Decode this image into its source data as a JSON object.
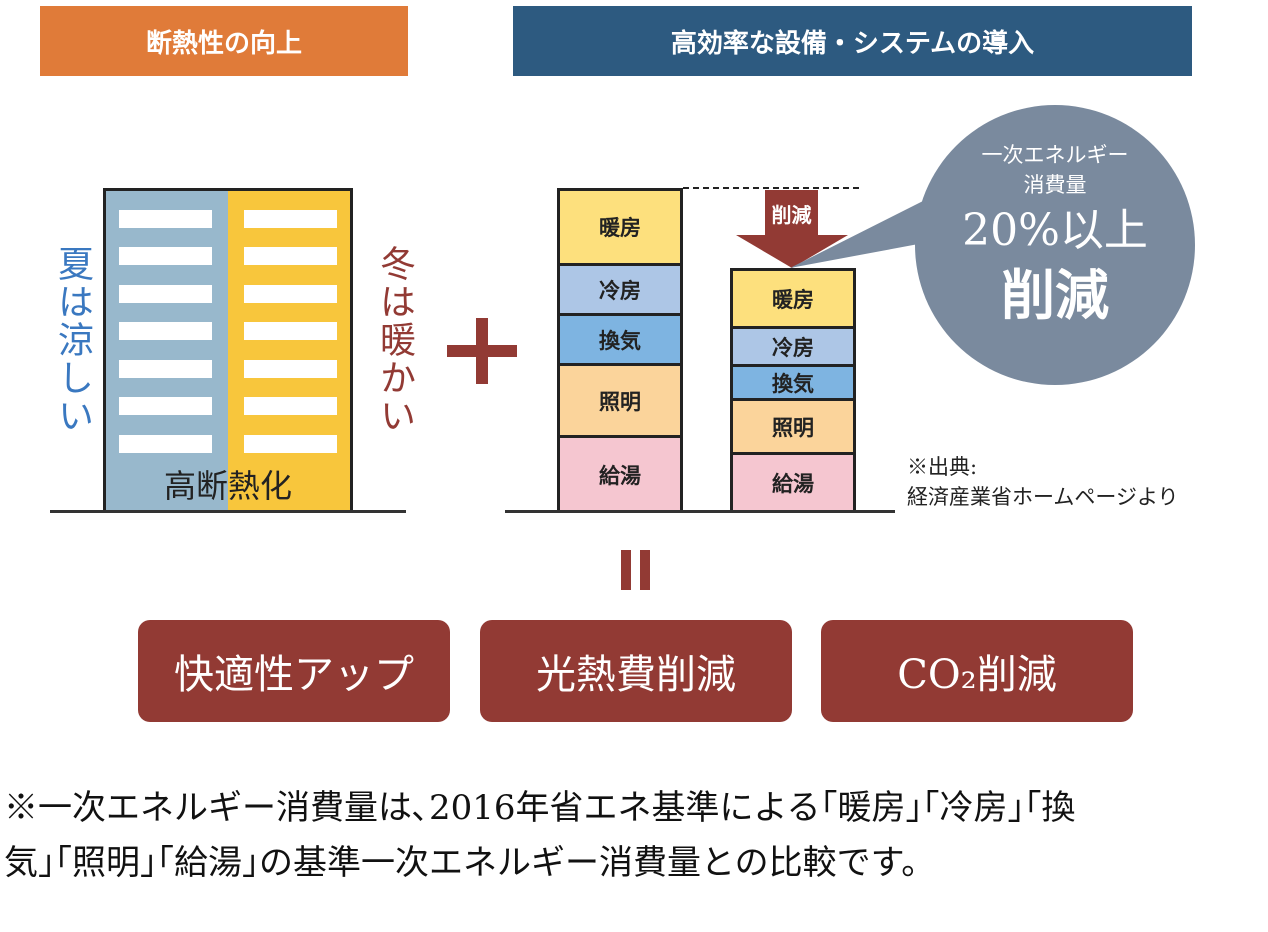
{
  "headers": {
    "insulation": "断熱性の向上",
    "equipment": "高効率な設備・システムの導入"
  },
  "building": {
    "label": "高断熱化",
    "summer": "夏は涼しい",
    "winter": "冬は暖かい"
  },
  "plus": "+",
  "bars": {
    "before": [
      {
        "label": "暖房"
      },
      {
        "label": "冷房"
      },
      {
        "label": "換気"
      },
      {
        "label": "照明"
      },
      {
        "label": "給湯"
      }
    ],
    "after": [
      {
        "label": "暖房"
      },
      {
        "label": "冷房"
      },
      {
        "label": "換気"
      },
      {
        "label": "照明"
      },
      {
        "label": "給湯"
      }
    ],
    "arrow_label": "削減"
  },
  "bubble": {
    "line1": "一次エネルギー",
    "line2": "消費量",
    "line3": "20%以上",
    "line4": "削減"
  },
  "source": {
    "line1": "※出典:",
    "line2": "経済産業省ホームページより"
  },
  "equals": "=",
  "results": [
    "快適性アップ",
    "光熱費削減",
    "CO₂削減"
  ],
  "footnote": {
    "line1": "※一次エネルギー消費量は､2016年省エネ基準による｢暖房｣｢冷房｣｢換",
    "line2": "気｣｢照明｣｢給湯｣の基準一次エネルギー消費量との比較です。"
  },
  "colors": {
    "orange": "#e07b39",
    "navy": "#2d5a80",
    "red": "#923a34",
    "blue_text": "#3a78c0",
    "bubble": "#7a8a9e"
  }
}
